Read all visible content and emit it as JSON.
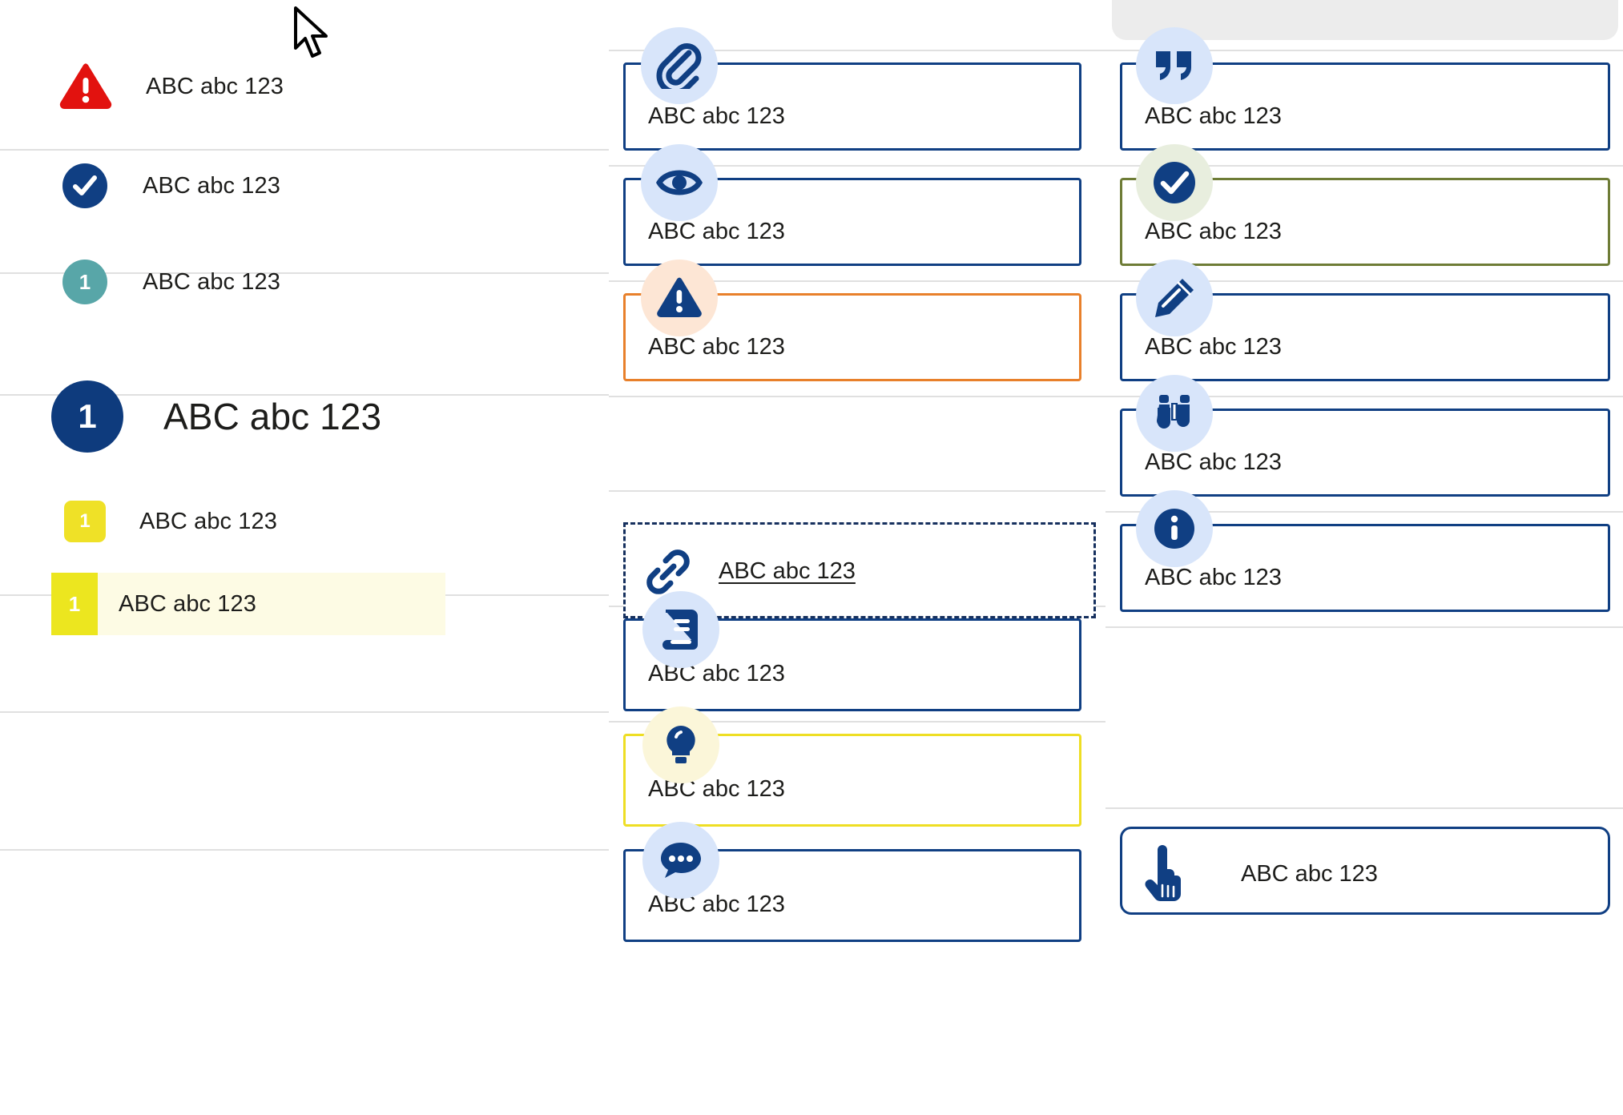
{
  "sample_text": "ABC abc 123",
  "colors": {
    "brand_blue": "#103f83",
    "danger_red": "#e2120f",
    "teal": "#58a6a8",
    "yellow": "#efe127",
    "orange": "#e8802b",
    "olive": "#6e7c36",
    "highlight_bg": "#fdfbe4",
    "bubble_blue": "#d8e5fa",
    "bubble_peach": "#fde6d5",
    "bubble_mint": "#e8eede",
    "bubble_cream": "#fbf6d9",
    "divider_grey": "#e0e0e0",
    "panel_grey": "#ececec"
  },
  "legend": {
    "items": [
      {
        "badge": "warning-triangle",
        "badge_text": "",
        "label": "ABC abc 123",
        "variant": "triangle-red"
      },
      {
        "badge": "check-circle",
        "badge_text": "",
        "label": "ABC abc 123",
        "variant": "circle-blue"
      },
      {
        "badge": "number-circle",
        "badge_text": "1",
        "label": "ABC abc 123",
        "variant": "circle-teal"
      },
      {
        "badge": "number-circle-large",
        "badge_text": "1",
        "label": "ABC abc 123",
        "variant": "circle-blue-large"
      },
      {
        "badge": "number-square",
        "badge_text": "1",
        "label": "ABC abc 123",
        "variant": "square-yellow"
      },
      {
        "badge": "number-square-highlighted",
        "badge_text": "1",
        "label": "ABC abc 123",
        "variant": "square-yellow-highlight"
      }
    ]
  },
  "middle_column": {
    "cards": [
      {
        "icon": "paperclip-icon",
        "bubble": "blue",
        "border": "blue",
        "style": "solid",
        "text": "ABC abc 123"
      },
      {
        "icon": "eye-icon",
        "bubble": "blue",
        "border": "blue",
        "style": "solid",
        "text": "ABC abc 123"
      },
      {
        "icon": "warning-triangle-icon",
        "bubble": "peach",
        "border": "orange",
        "style": "solid",
        "text": "ABC abc 123"
      },
      {
        "icon": "link-icon",
        "bubble": "none",
        "border": "blue",
        "style": "dashed",
        "text": "ABC abc 123"
      },
      {
        "icon": "book-icon",
        "bubble": "blue",
        "border": "blue",
        "style": "solid",
        "text": "ABC abc 123"
      },
      {
        "icon": "lightbulb-icon",
        "bubble": "cream",
        "border": "yellow",
        "style": "solid",
        "text": "ABC abc 123"
      },
      {
        "icon": "comment-icon",
        "bubble": "blue",
        "border": "blue",
        "style": "solid",
        "text": "ABC abc 123"
      }
    ]
  },
  "right_column": {
    "cards": [
      {
        "icon": "quote-icon",
        "bubble": "blue",
        "border": "blue",
        "style": "solid",
        "text": "ABC abc 123"
      },
      {
        "icon": "check-circle-icon",
        "bubble": "mint",
        "border": "olive",
        "style": "solid",
        "text": "ABC abc 123"
      },
      {
        "icon": "pencil-icon",
        "bubble": "blue",
        "border": "blue",
        "style": "solid",
        "text": "ABC abc 123"
      },
      {
        "icon": "binoculars-icon",
        "bubble": "blue",
        "border": "blue",
        "style": "solid",
        "text": "ABC abc 123"
      },
      {
        "icon": "info-circle-icon",
        "bubble": "blue",
        "border": "blue",
        "style": "solid",
        "text": "ABC abc 123"
      },
      {
        "icon": "pointing-hand-icon",
        "bubble": "none",
        "border": "blue",
        "style": "rounded",
        "text": "ABC abc 123"
      }
    ]
  },
  "cursor": {
    "name": "mouse-pointer"
  }
}
